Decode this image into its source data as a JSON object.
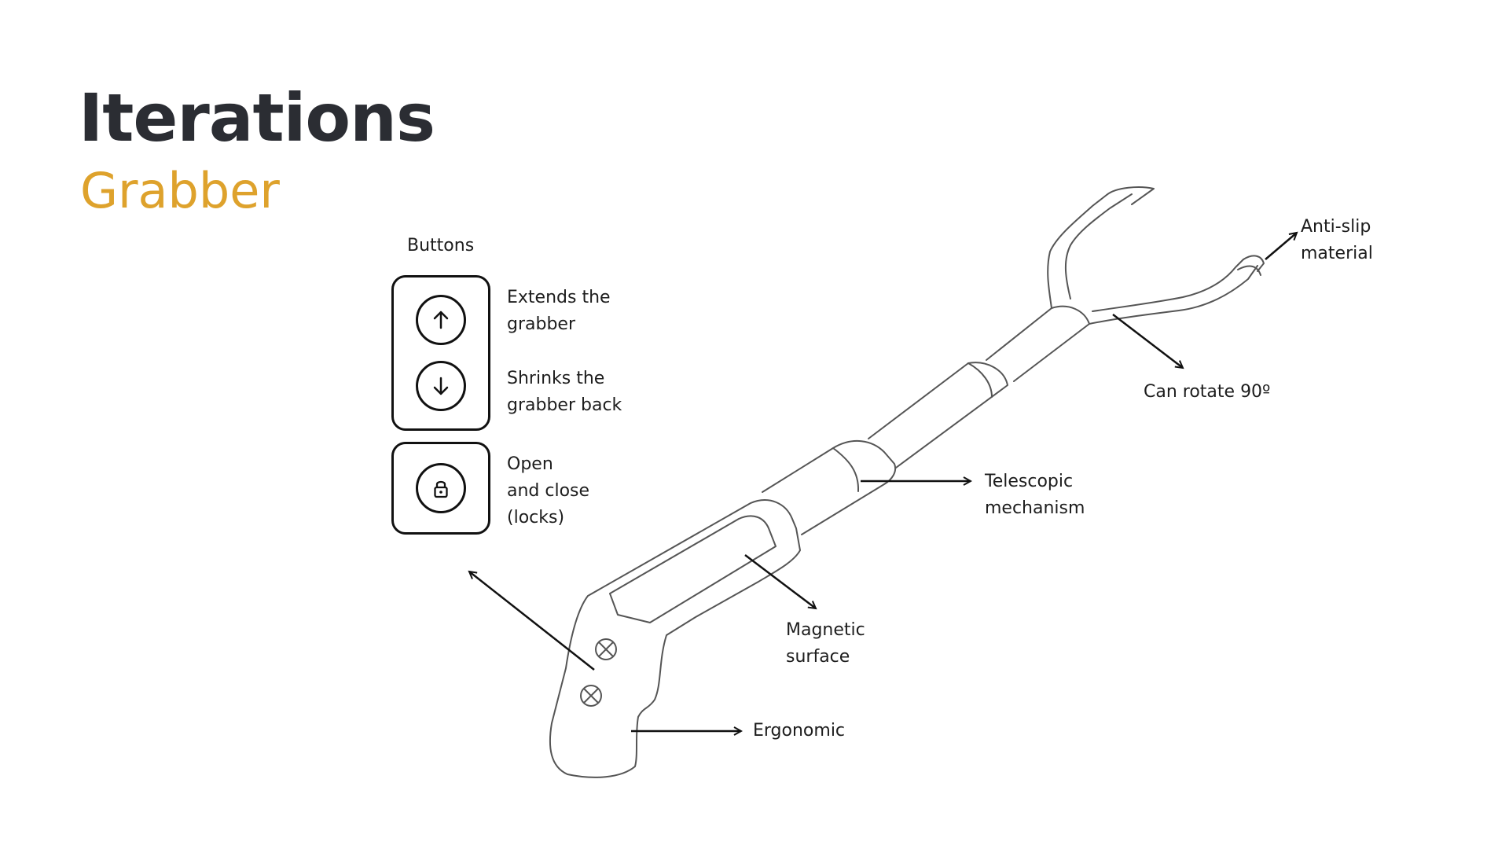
{
  "header": {
    "title": "Iterations",
    "subtitle": "Grabber"
  },
  "colors": {
    "title": "#2b2d33",
    "accent": "#dea22c",
    "sketch": "#555555"
  },
  "buttons_panel": {
    "heading": "Buttons",
    "items": [
      {
        "icon": "arrow-up-icon",
        "line1": "Extends the",
        "line2": "grabber"
      },
      {
        "icon": "arrow-down-icon",
        "line1": "Shrinks the",
        "line2": "grabber back"
      },
      {
        "icon": "lock-icon",
        "line1": "Open",
        "line2": "and close",
        "line3": "(locks)"
      }
    ]
  },
  "annotations": {
    "anti_slip": {
      "line1": "Anti-slip",
      "line2": "material"
    },
    "rotate": {
      "line1": "Can rotate 90º"
    },
    "telescopic": {
      "line1": "Telescopic",
      "line2": "mechanism"
    },
    "magnetic": {
      "line1": "Magnetic",
      "line2": "surface"
    },
    "ergonomic": {
      "line1": "Ergonomic"
    }
  }
}
